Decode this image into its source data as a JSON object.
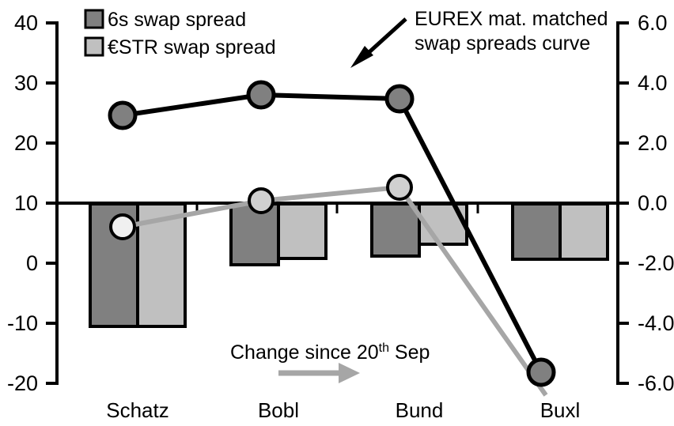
{
  "chart_data": {
    "type": "bar",
    "title": "",
    "subtitle": "",
    "categories": [
      "Schatz",
      "Bobl",
      "Bund",
      "Buxl"
    ],
    "series": [
      {
        "name": "6s swap spread",
        "type": "bar",
        "axis": "right",
        "color": "#808080",
        "values_right_axis": [
          -4.1,
          -2.0,
          -1.7,
          -1.8
        ],
        "values_left_axis": [
          -10.3,
          0.0,
          1.8,
          1.0
        ]
      },
      {
        "name": "€STR swap spread",
        "type": "bar",
        "axis": "right",
        "color": "#c0c0c0",
        "values_right_axis": [
          -4.1,
          -1.8,
          -1.3,
          -1.8
        ],
        "values_left_axis": [
          -10.3,
          0.9,
          3.5,
          1.0
        ]
      },
      {
        "name": "EUREX mat. matched swap spreads curve",
        "type": "line",
        "axis": "left",
        "color": "#000000",
        "values": [
          24.5,
          28.0,
          27.3,
          -18.0
        ]
      },
      {
        "name": "EUREX mat. matched swap spreads curve (change since 20th Sep)",
        "type": "line",
        "axis": "left",
        "color": "#a6a6a6",
        "values": [
          6.1,
          10.5,
          12.8,
          -20.5
        ]
      }
    ],
    "left_axis": {
      "ticks": [
        "40",
        "30",
        "20",
        "10",
        "0",
        "-10",
        "-20"
      ],
      "values": [
        40,
        30,
        20,
        10,
        0,
        -10,
        -20
      ],
      "ylim": [
        -20,
        40
      ],
      "label": ""
    },
    "right_axis": {
      "ticks": [
        "6.0",
        "4.0",
        "2.0",
        "0.0",
        "-2.0",
        "-4.0",
        "-6.0"
      ],
      "values": [
        6.0,
        4.0,
        2.0,
        0.0,
        -2.0,
        -4.0,
        -6.0
      ],
      "ylim": [
        -6.0,
        6.0
      ],
      "label": ""
    },
    "xlabel": "",
    "ylabel": "",
    "grid": false,
    "baseline_left_axis_value": 10,
    "baseline_right_axis_value": 0.0
  },
  "legend": {
    "position": "top-left",
    "items": [
      {
        "label": "6s swap spread",
        "color": "#808080"
      },
      {
        "label": "€STR swap spread",
        "color": "#c0c0c0"
      }
    ]
  },
  "annotations": {
    "curve_callout": {
      "line1": "EUREX mat. matched",
      "line2": "swap spreads curve"
    },
    "change_note": {
      "prefix": "Change since 20",
      "superscript": "th",
      "suffix": " Sep",
      "arrow_color": "#a6a6a6"
    }
  },
  "colors": {
    "bar_dark": "#808080",
    "bar_light": "#c0c0c0",
    "line_dark": "#000000",
    "line_light": "#a6a6a6",
    "marker_dark_fill": "#808080",
    "marker_light_fill": "#d0d0d0",
    "axis": "#000000",
    "background": "#ffffff"
  }
}
